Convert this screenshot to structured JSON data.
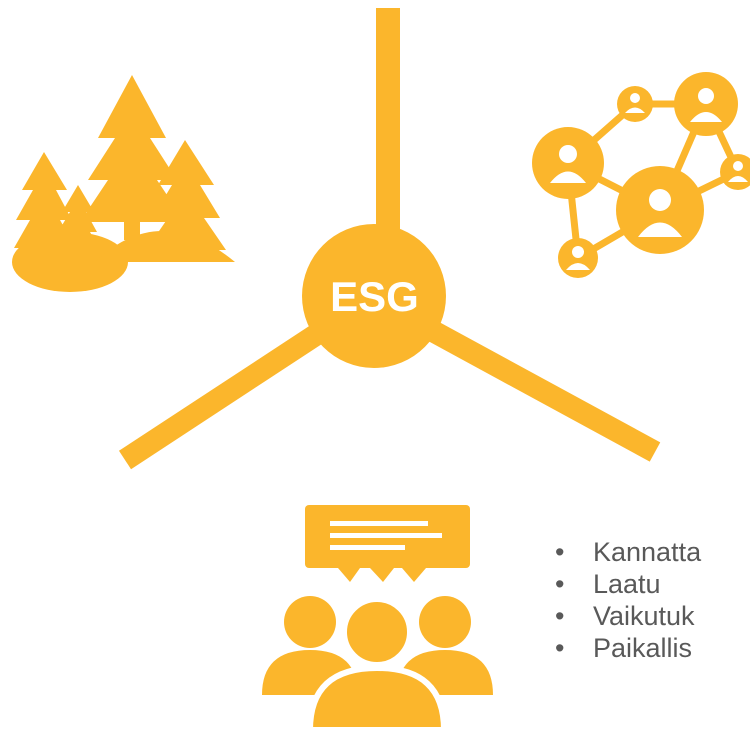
{
  "colors": {
    "accent": "#FBB62C",
    "text": "#595959",
    "background": "#FFFFFF"
  },
  "hub": {
    "label": "ESG"
  },
  "icons": {
    "environment": "forest-icon",
    "social": "people-network-icon",
    "governance": "meeting-discussion-icon"
  },
  "bullets": [
    {
      "text": "Kannatta"
    },
    {
      "text": "Laatu"
    },
    {
      "text": "Vaikutuk"
    },
    {
      "text": "Paikallis"
    }
  ]
}
